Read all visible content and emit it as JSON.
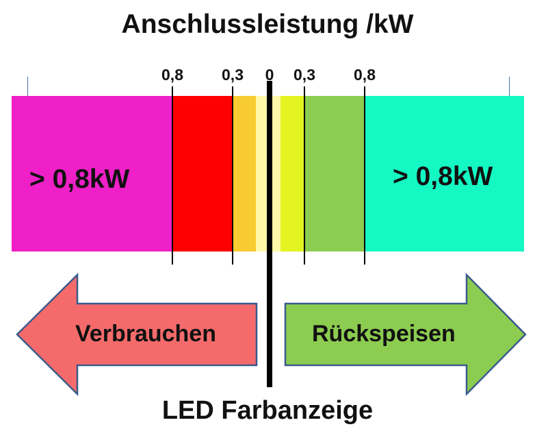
{
  "title": "Anschlussleistung /kW",
  "scale": {
    "ticks_left": [
      "0,8",
      "0,3"
    ],
    "tick_center": "0",
    "ticks_right": [
      "0,3",
      "0,8"
    ]
  },
  "zones": {
    "left_label": "> 0,8kW",
    "right_label": "> 0,8kW"
  },
  "colors": {
    "magenta": "#F020C8",
    "red": "#FF0000",
    "amber": "#F8CC30",
    "pale_yellow": "#FFF8A8",
    "lime": "#E4F420",
    "green": "#8CCC50",
    "aqua": "#14F8C4",
    "arrow_left": "#F56B6B",
    "arrow_right": "#8CCC50"
  },
  "arrows": {
    "left_label": "Verbrauchen",
    "right_label": "Rückspeisen"
  },
  "footer": "LED Farbanzeige"
}
